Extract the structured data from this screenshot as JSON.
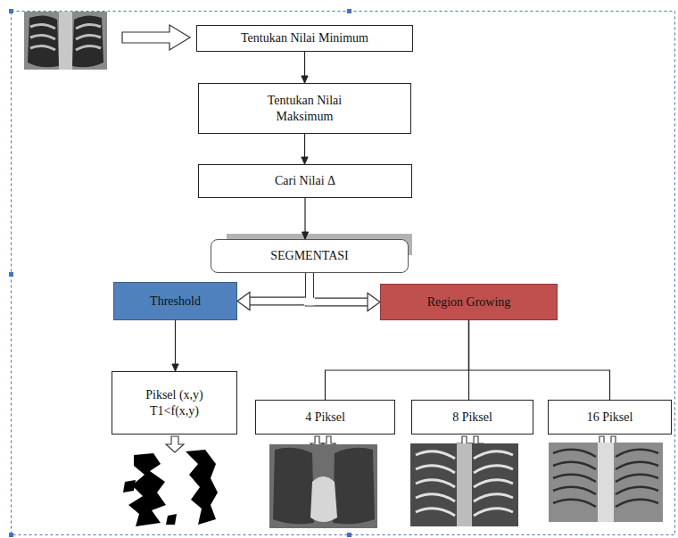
{
  "diagram": {
    "nodes": [
      {
        "text": [
          "Tentukan Nilai Minimum"
        ]
      },
      {
        "text": [
          "Tentukan Nilai Maksimum"
        ]
      },
      {
        "text": [
          "Cari Nilai Δ"
        ]
      },
      {
        "text": [
          "SEGMENTASI"
        ]
      },
      {
        "text": [
          "Threshold"
        ]
      },
      {
        "text": [
          "Region Growing"
        ]
      },
      {
        "text": [
          "Piksel (x,y) T1<f(x,y)"
        ]
      },
      {
        "text": [
          "4 Piksel"
        ]
      },
      {
        "text": [
          "8 Piksel"
        ]
      },
      {
        "text": [
          "16 Piksel"
        ]
      }
    ],
    "edges": [
      {
        "from": 0,
        "to": 1,
        "arrow": "to"
      },
      {
        "from": 1,
        "to": 2,
        "arrow": "to"
      },
      {
        "from": 2,
        "to": 3,
        "arrow": "to"
      },
      {
        "from": 3,
        "to": 4,
        "arrow": "to"
      },
      {
        "from": 3,
        "to": 5,
        "arrow": "to"
      },
      {
        "from": 4,
        "to": 6,
        "arrow": "to"
      },
      {
        "from": 5,
        "to": 7,
        "arrow": "none"
      },
      {
        "from": 5,
        "to": 8,
        "arrow": "none"
      },
      {
        "from": 5,
        "to": 9,
        "arrow": "none"
      }
    ]
  }
}
